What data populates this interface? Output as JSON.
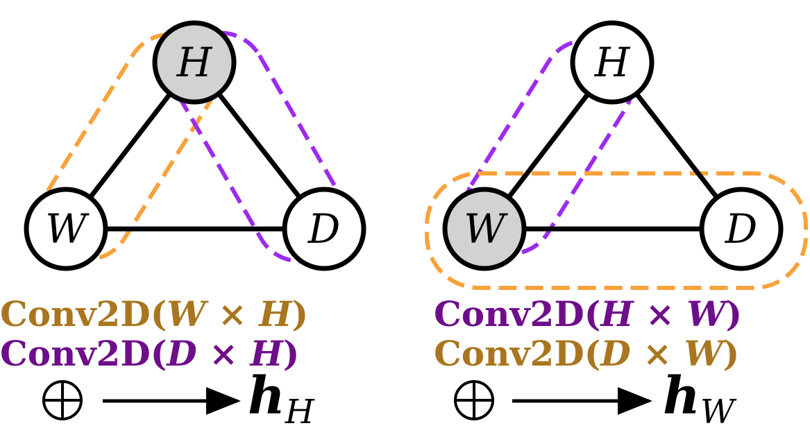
{
  "colors": {
    "orange": "#F7A23A",
    "purple": "#9D2BEF",
    "label_brown": "#A9761F",
    "label_purple": "#6E0E8A",
    "node_highlight": "#D2D2D2",
    "ink": "#000000"
  },
  "left_panel": {
    "nodes": {
      "top": "H",
      "left": "W",
      "right": "D"
    },
    "highlighted_node": "H",
    "conv_lines": [
      {
        "prefix": "Conv2D(",
        "a": "W",
        "times": " × ",
        "b": "H",
        "suffix": ")",
        "color": "brown"
      },
      {
        "prefix": "Conv2D(",
        "a": "D",
        "times": " × ",
        "b": "H",
        "suffix": ")",
        "color": "purple"
      }
    ],
    "oplus": "⊕",
    "output": {
      "symbol": "h",
      "subscript": "H"
    }
  },
  "right_panel": {
    "nodes": {
      "top": "H",
      "left": "W",
      "right": "D"
    },
    "highlighted_node": "W",
    "conv_lines": [
      {
        "prefix": "Conv2D(",
        "a": "H",
        "times": " × ",
        "b": "W",
        "suffix": ")",
        "color": "purple"
      },
      {
        "prefix": "Conv2D(",
        "a": "D",
        "times": " × ",
        "b": "W",
        "suffix": ")",
        "color": "brown"
      }
    ],
    "oplus": "⊕",
    "output": {
      "symbol": "h",
      "subscript": "W"
    }
  }
}
